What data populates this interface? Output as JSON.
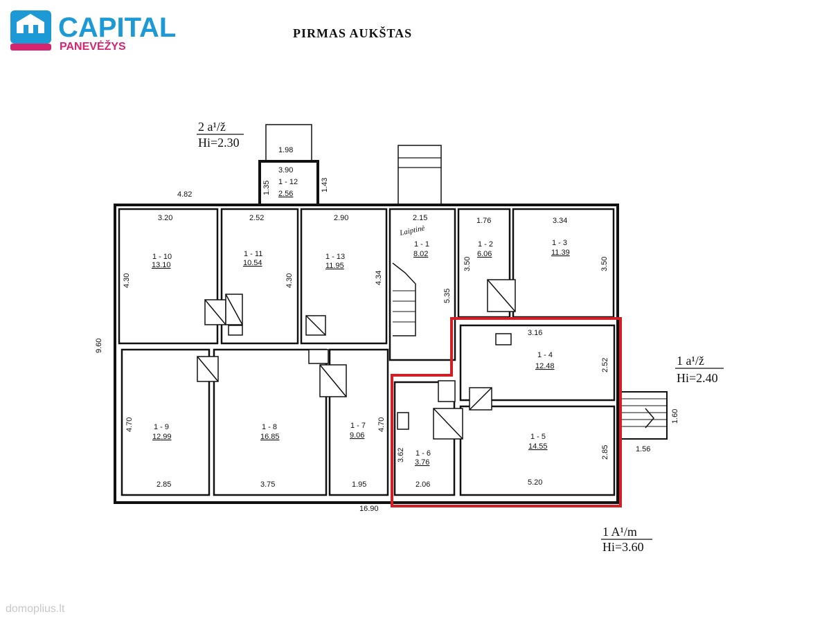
{
  "logo": {
    "name": "CAPITAL",
    "sub": "PANEVĖŽYS"
  },
  "title": "PIRMAS AUKŠTAS",
  "watermark": "domoplius.lt",
  "annotations": {
    "left_top": {
      "code": "2 a¹/ž",
      "height": "Hi=2.30"
    },
    "right_mid": {
      "code": "1 a¹/ž",
      "height": "Hi=2.40"
    },
    "bottom_right": {
      "code": "1 A¹/m",
      "height": "Hi=3.60"
    },
    "handwritten": "Laiptinė"
  },
  "dimensions": {
    "top_total": "4.82",
    "left_total": "9.60",
    "bottom_total": "16.90",
    "annex_top": "1.98",
    "annex_width": "3.90",
    "annex_left": "1.35",
    "annex_right": "1.43",
    "room10_w": "3.20",
    "room10_h": "4.30",
    "room11_w": "2.52",
    "room11_h": "4.30",
    "room13_w": "2.90",
    "room13_h": "4.34",
    "room1_w": "2.15",
    "room1_h": "5.35",
    "room2_w": "1.76",
    "room2_h": "3.50",
    "room3_w": "3.34",
    "room3_h": "3.50",
    "room4_w": "3.16",
    "room4_h": "2.52",
    "room5_w": "5.20",
    "room5_h": "2.85",
    "room6_w": "2.06",
    "room6_h": "3.62",
    "room7_w": "1.95",
    "room7_h": "4.70",
    "room8_w": "3.75",
    "room9_w": "2.85",
    "room9_h": "4.70",
    "stair_w": "1.56",
    "stair_h": "1.60"
  },
  "rooms": [
    {
      "id": "1 - 10",
      "area": "13.10"
    },
    {
      "id": "1 - 11",
      "area": "10.54"
    },
    {
      "id": "1 - 13",
      "area": "11.95"
    },
    {
      "id": "1 - 1",
      "area": "8.02"
    },
    {
      "id": "1 - 2",
      "area": "6.06"
    },
    {
      "id": "1 - 3",
      "area": "11.39"
    },
    {
      "id": "1 - 4",
      "area": "12.48"
    },
    {
      "id": "1 - 5",
      "area": "14.55"
    },
    {
      "id": "1 - 6",
      "area": "3.76"
    },
    {
      "id": "1 - 7",
      "area": "9.06"
    },
    {
      "id": "1 - 8",
      "area": "16.85"
    },
    {
      "id": "1 - 9",
      "area": "12.99"
    },
    {
      "id": "1 - 12",
      "area": "2.56"
    }
  ],
  "colors": {
    "highlight": "#d11f26",
    "brand_blue": "#1d9ad6",
    "brand_pink": "#d6246e",
    "line": "#111111"
  }
}
